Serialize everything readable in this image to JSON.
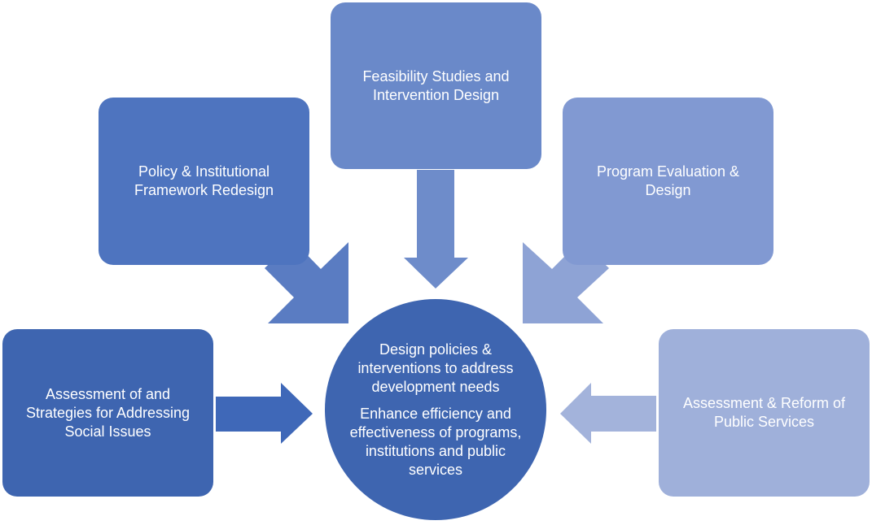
{
  "center": {
    "goal_1": "Design policies & interventions to address development needs",
    "goal_2": "Enhance efficiency and effectiveness of programs, institutions and public services"
  },
  "nodes": {
    "feasibility": {
      "label": "Feasibility Studies and Intervention Design",
      "color": "#6a89c9"
    },
    "policy": {
      "label": "Policy & Institutional Framework Redesign",
      "color": "#4e74bf"
    },
    "program_evaluation": {
      "label": "Program Evaluation & Design",
      "color": "#8199d2"
    },
    "social_issues": {
      "label": "Assessment of and Strategies for Addressing Social Issues",
      "color": "#3e65b0"
    },
    "public_services": {
      "label": "Assessment & Reform of Public Services",
      "color": "#9fb0da"
    }
  }
}
